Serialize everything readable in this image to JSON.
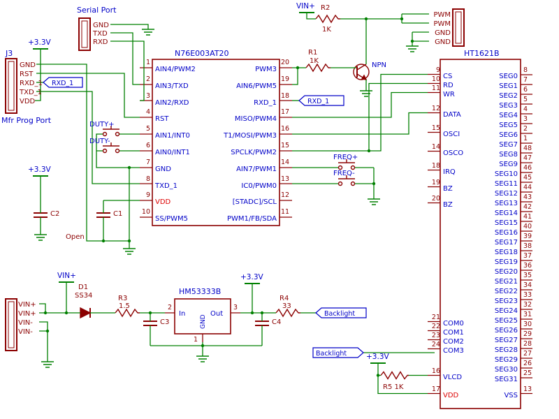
{
  "labels": {
    "serial_port": "Serial Port",
    "j3": "J3",
    "mfr_prog_port": "Mfr Prog Port",
    "npn": "NPN"
  },
  "power": {
    "p33": "+3.3V",
    "vin": "VIN+"
  },
  "net_flags": {
    "rxd1": "RXD_1",
    "backlight": "Backlight"
  },
  "connectors": {
    "serial": {
      "pins": [
        "GND",
        "TXD",
        "RXD"
      ]
    },
    "j3": {
      "pins": [
        "GND",
        "RST",
        "RXD_1",
        "TXD_1",
        "VDD"
      ]
    },
    "pwm": {
      "pins": [
        "PWM",
        "PWM",
        "GND",
        "GND"
      ]
    },
    "vin": {
      "pins": [
        "VIN+",
        "VIN+",
        "VIN-",
        "VIN-"
      ]
    }
  },
  "designators": {
    "r1": "R1",
    "r1_val": "1K",
    "r2": "R2",
    "r2_val": "1K",
    "r3": "R3",
    "r3_val": "1.5",
    "r4": "R4",
    "r4_val": "33",
    "r5": "R5 1K",
    "c1": "C1",
    "c1_note": "Open",
    "c2": "C2",
    "c3": "C3",
    "c4": "C4",
    "d1": "D1",
    "d1_val": "SS34"
  },
  "buttons": {
    "duty_up": "DUTY+",
    "duty_dn": "DUTY-",
    "freq_up": "FREQ+",
    "freq_dn": "FREQ-"
  },
  "mcu": {
    "name": "N76E003AT20",
    "left_pins": [
      {
        "num": "1",
        "name": "AIN4/PWM2"
      },
      {
        "num": "2",
        "name": "AIN3/TXD"
      },
      {
        "num": "3",
        "name": "AIN2/RXD"
      },
      {
        "num": "4",
        "name": "RST"
      },
      {
        "num": "5",
        "name": "AIN1/INT0"
      },
      {
        "num": "6",
        "name": "AIN0/INT1"
      },
      {
        "num": "7",
        "name": "GND"
      },
      {
        "num": "8",
        "name": "TXD_1"
      },
      {
        "num": "9",
        "name": "VDD"
      },
      {
        "num": "10",
        "name": "SS/PWM5"
      }
    ],
    "right_pins": [
      {
        "num": "20",
        "name": "PWM3"
      },
      {
        "num": "19",
        "name": "AIN6/PWM5"
      },
      {
        "num": "18",
        "name": "RXD_1"
      },
      {
        "num": "17",
        "name": "MISO/PWM4"
      },
      {
        "num": "16",
        "name": "T1/MOSI/PWM3"
      },
      {
        "num": "15",
        "name": "SPCLK/PWM2"
      },
      {
        "num": "14",
        "name": "AIN7/PWM1"
      },
      {
        "num": "13",
        "name": "IC0/PWM0"
      },
      {
        "num": "12",
        "name": "[STADC]/SCL"
      },
      {
        "num": "11",
        "name": "PWM1/FB/SDA"
      }
    ]
  },
  "ht": {
    "name": "HT1621B",
    "left_pins": [
      {
        "num": "9",
        "name": "CS"
      },
      {
        "num": "10",
        "name": "RD"
      },
      {
        "num": "11",
        "name": "WR"
      },
      {
        "num": "12",
        "name": "DATA"
      },
      {
        "num": "15",
        "name": "OSCI"
      },
      {
        "num": "14",
        "name": "OSCO"
      },
      {
        "num": "18",
        "name": "IRQ"
      },
      {
        "num": "19",
        "name": "BZ"
      },
      {
        "num": "20",
        "name": "BZ"
      },
      {
        "num": "21",
        "name": "COM0"
      },
      {
        "num": "22",
        "name": "COM1"
      },
      {
        "num": "23",
        "name": "COM2"
      },
      {
        "num": "24",
        "name": "COM3"
      },
      {
        "num": "16",
        "name": "VLCD"
      },
      {
        "num": "17",
        "name": "VDD"
      }
    ],
    "seg_pins": [
      {
        "num": "8",
        "name": "SEG0"
      },
      {
        "num": "7",
        "name": "SEG1"
      },
      {
        "num": "6",
        "name": "SEG2"
      },
      {
        "num": "5",
        "name": "SEG3"
      },
      {
        "num": "4",
        "name": "SEG4"
      },
      {
        "num": "3",
        "name": "SEG5"
      },
      {
        "num": "2",
        "name": "SEG6"
      },
      {
        "num": "1",
        "name": "SEG7"
      },
      {
        "num": "48",
        "name": "SEG8"
      },
      {
        "num": "47",
        "name": "SEG9"
      },
      {
        "num": "46",
        "name": "SEG10"
      },
      {
        "num": "45",
        "name": "SEG11"
      },
      {
        "num": "44",
        "name": "SEG12"
      },
      {
        "num": "43",
        "name": "SEG13"
      },
      {
        "num": "42",
        "name": "SEG14"
      },
      {
        "num": "41",
        "name": "SEG15"
      },
      {
        "num": "40",
        "name": "SEG16"
      },
      {
        "num": "39",
        "name": "SEG17"
      },
      {
        "num": "38",
        "name": "SEG18"
      },
      {
        "num": "37",
        "name": "SEG19"
      },
      {
        "num": "36",
        "name": "SEG20"
      },
      {
        "num": "35",
        "name": "SEG21"
      },
      {
        "num": "34",
        "name": "SEG22"
      },
      {
        "num": "33",
        "name": "SEG23"
      },
      {
        "num": "32",
        "name": "SEG24"
      },
      {
        "num": "31",
        "name": "SEG25"
      },
      {
        "num": "30",
        "name": "SEG26"
      },
      {
        "num": "29",
        "name": "SEG27"
      },
      {
        "num": "28",
        "name": "SEG28"
      },
      {
        "num": "27",
        "name": "SEG29"
      },
      {
        "num": "26",
        "name": "SEG30"
      },
      {
        "num": "25",
        "name": "SEG31"
      }
    ],
    "vss": {
      "num": "13",
      "name": "VSS"
    }
  },
  "hm": {
    "name": "HM53333B",
    "pin_in": "In",
    "pin_gnd": "GND",
    "pin_out": "Out",
    "num_in": "2",
    "num_gnd": "1",
    "num_out": "3"
  },
  "colors": {
    "wire": "#008000",
    "component": "#8B0000",
    "pin_name": "#0000C8",
    "power_pin": "#DD0000"
  }
}
